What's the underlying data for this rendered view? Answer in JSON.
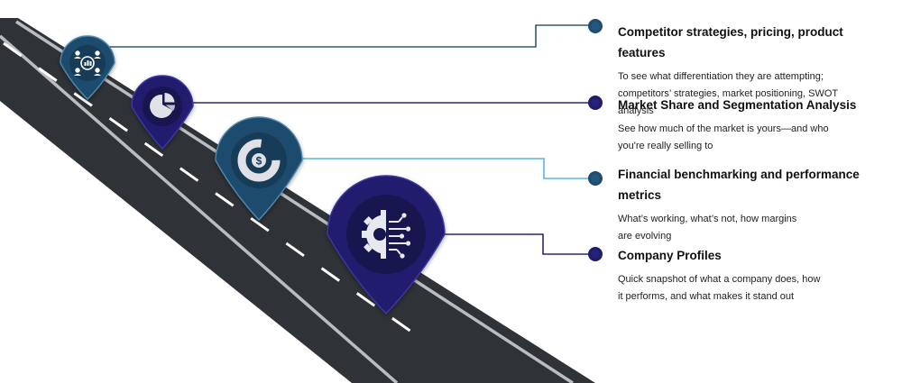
{
  "colors": {
    "road": "#2f3236",
    "road_edge": "#b9bdc2",
    "dash": "#ffffff",
    "teal_blue": "#1d4c6e",
    "navy": "#1f1d66",
    "connector_teal": "#2d5a79",
    "connector_light": "#5db4e6",
    "connector_navy": "#282575"
  },
  "items": [
    {
      "title": "Competitor strategies, pricing, product features",
      "description": "To see what differentiation they are attempting; competitors’ strategies, market positioning, SWOT analysis",
      "icon": "competitor-analysis-icon"
    },
    {
      "title": "Market Share and Segmentation Analysis",
      "description": "See how much of the market is yours—and who you're really selling to",
      "icon": "pie-chart-icon"
    },
    {
      "title": "Financial benchmarking and performance metrics",
      "description": "What’s working, what’s not, how margins are evolving",
      "icon": "dollar-chart-icon"
    },
    {
      "title": "Company Profiles",
      "description": "Quick snapshot of what a company does, how it performs, and what makes it stand out",
      "icon": "gear-circuit-icon"
    }
  ]
}
